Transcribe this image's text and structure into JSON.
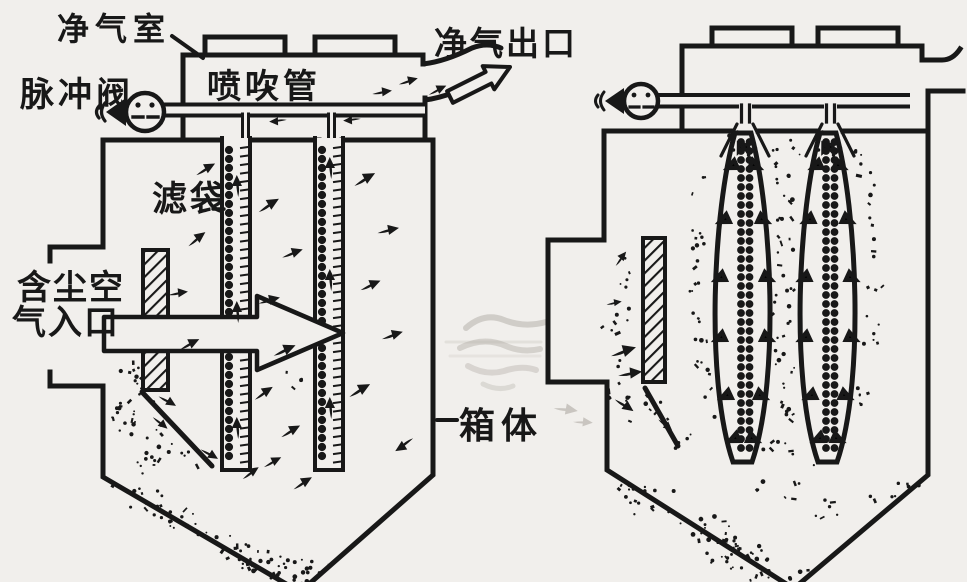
{
  "diagram": {
    "kind": "pulse-jet-baghouse-dust-collector",
    "labels": {
      "clean_air_chamber": "净气室",
      "pulse_valve": "脉冲阀",
      "blow_pipe": "喷吹管",
      "clean_air_outlet": "净气出口",
      "filter_bag": "滤袋",
      "dusty_air_inlet_line1": "含尘空",
      "dusty_air_inlet_line2": "气入口",
      "casing": "箱体"
    },
    "icons": {
      "pulse_valve": "circle-valve-with-left-nozzle",
      "dusty_air_inlet": "block-arrow-right",
      "clean_air_outflow": "outline-arrow-up-right",
      "baffle_plate": "hatched-plate",
      "flow_arrow": "small-black-arrow",
      "dust": "speckle-dots"
    },
    "colors": {
      "ink": "#181818",
      "paper": "#f1efec",
      "ghost": "#a9a49d"
    }
  }
}
